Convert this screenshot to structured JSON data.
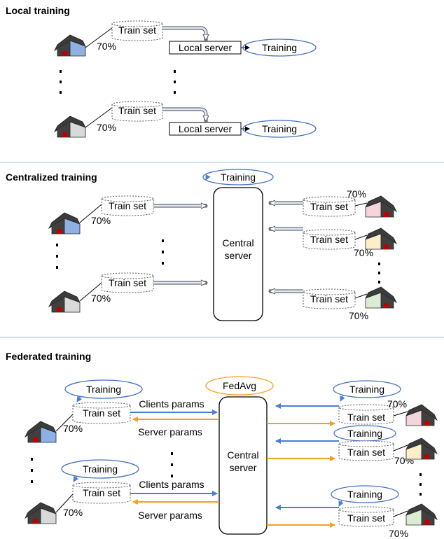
{
  "local": {
    "title": "Local training",
    "train_set": "Train set",
    "percent": "70%",
    "local_server": "Local server",
    "training": "Training"
  },
  "centralized": {
    "title": "Centralized training",
    "training": "Training",
    "train_set": "Train set",
    "percent": "70%",
    "central_server_line1": "Central",
    "central_server_line2": "server"
  },
  "federated": {
    "title": "Federated training",
    "training": "Training",
    "fedavg": "FedAvg",
    "train_set": "Train set",
    "percent": "70%",
    "clients_params": "Clients params",
    "server_params": "Server params",
    "central_server_line1": "Central",
    "central_server_line2": "server"
  },
  "colors": {
    "client_blue": "#8eb1e4",
    "client_gray": "#d9d9d9",
    "client_pink": "#f6d4dc",
    "client_yellow": "#fcefc8",
    "client_green": "#dcecd4",
    "roof": "#3c3c3c",
    "door": "#c00000",
    "ellipse_blue": "#4472c4",
    "ellipse_orange": "#f5a020",
    "arrow_blue": "#4a7fd6",
    "arrow_orange": "#f5a020",
    "separator": "#9dc3e6"
  },
  "icons": [
    "house-icon",
    "cylinder-icon",
    "arrow-icon"
  ]
}
